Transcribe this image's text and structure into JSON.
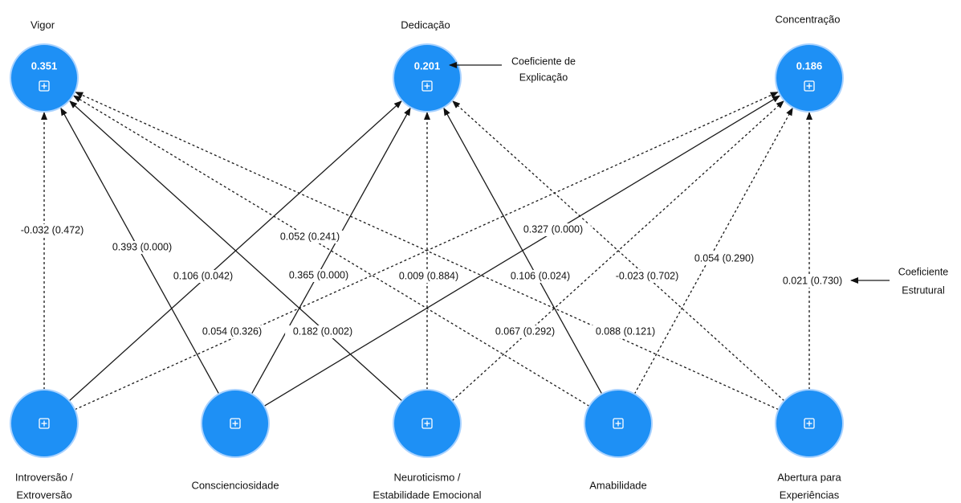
{
  "nodes": {
    "vigor": {
      "label": "Vigor",
      "value": "0.351"
    },
    "dedicacao": {
      "label": "Dedicação",
      "value": "0.201"
    },
    "concentracao": {
      "label": "Concentração",
      "value": "0.186"
    },
    "introversao": {
      "label_lines": [
        "Introversão /",
        "Extroversão"
      ]
    },
    "conscienciosidade": {
      "label_lines": [
        "Conscienciosidade"
      ]
    },
    "neuroticismo": {
      "label_lines": [
        "Neuroticismo /",
        "Estabilidade Emocional"
      ]
    },
    "amabilidade": {
      "label_lines": [
        "Amabilidade"
      ]
    },
    "abertura": {
      "label_lines": [
        "Abertura para",
        "Experiências"
      ]
    }
  },
  "edges": [
    {
      "from": "introversao",
      "to": "vigor",
      "label": "-0.032 (0.472)",
      "dashed": true
    },
    {
      "from": "conscienciosidade",
      "to": "vigor",
      "label": "0.393 (0.000)",
      "dashed": false
    },
    {
      "from": "neuroticismo",
      "to": "vigor",
      "label": "0.182 (0.002)",
      "dashed": false
    },
    {
      "from": "amabilidade",
      "to": "vigor",
      "label": "0.052 (0.241)",
      "dashed": true
    },
    {
      "from": "abertura",
      "to": "vigor",
      "label": "0.088 (0.121)",
      "dashed": true
    },
    {
      "from": "introversao",
      "to": "dedicacao",
      "label": "0.106 (0.042)",
      "dashed": false
    },
    {
      "from": "conscienciosidade",
      "to": "dedicacao",
      "label": "0.365 (0.000)",
      "dashed": false
    },
    {
      "from": "neuroticismo",
      "to": "dedicacao",
      "label": "0.009 (0.884)",
      "dashed": true
    },
    {
      "from": "amabilidade",
      "to": "dedicacao",
      "label": "0.106 (0.024)",
      "dashed": false
    },
    {
      "from": "abertura",
      "to": "dedicacao",
      "label": "-0.023 (0.702)",
      "dashed": true
    },
    {
      "from": "introversao",
      "to": "concentracao",
      "label": "0.054 (0.326)",
      "dashed": true
    },
    {
      "from": "conscienciosidade",
      "to": "concentracao",
      "label": "0.327 (0.000)",
      "dashed": false
    },
    {
      "from": "neuroticismo",
      "to": "concentracao",
      "label": "0.067 (0.292)",
      "dashed": true
    },
    {
      "from": "amabilidade",
      "to": "concentracao",
      "label": "0.054 (0.290)",
      "dashed": true
    },
    {
      "from": "abertura",
      "to": "concentracao",
      "label": "0.021 (0.730)",
      "dashed": true
    }
  ],
  "annotations": {
    "explicacao": {
      "lines": [
        "Coeficiente de",
        "Explicação"
      ]
    },
    "estrutural": {
      "lines": [
        "Coeficiente",
        "Estrutural"
      ]
    }
  }
}
